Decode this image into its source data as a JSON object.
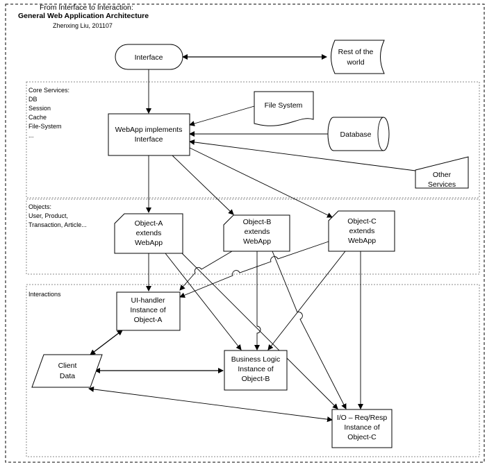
{
  "header": {
    "line1": "From Interface to Interaction:",
    "title": "General Web Application Architecture",
    "author": "Zhenxing Liu, 201107"
  },
  "regions": {
    "core": {
      "label": "Core Services:",
      "items": [
        "DB",
        "Session",
        "Cache",
        "File-System",
        "..."
      ]
    },
    "objects": {
      "label": "Objects:",
      "items": [
        "User,  Product,",
        "Transaction, Article..."
      ]
    },
    "interactions": {
      "label": "Interactions"
    }
  },
  "nodes": {
    "interface": [
      "Interface"
    ],
    "rest_world": [
      "Rest of the",
      "world"
    ],
    "file_system": [
      "File System"
    ],
    "database": [
      "Database"
    ],
    "other_services": [
      "Other",
      "Services"
    ],
    "webapp": [
      "WebApp implements",
      "Interface"
    ],
    "object_a": [
      "Object-A",
      "extends",
      "WebApp"
    ],
    "object_b": [
      "Object-B",
      "extends",
      "WebApp"
    ],
    "object_c": [
      "Object-C",
      "extends",
      "WebApp"
    ],
    "ui_handler": [
      "UI-handler",
      "Instance of",
      "Object-A"
    ],
    "client_data": [
      "Client",
      "Data"
    ],
    "business_logic": [
      "Business Logic",
      "Instance of",
      "Object-B"
    ],
    "io": [
      "I/O  –  Req/Resp",
      "Instance of",
      "Object-C"
    ]
  }
}
